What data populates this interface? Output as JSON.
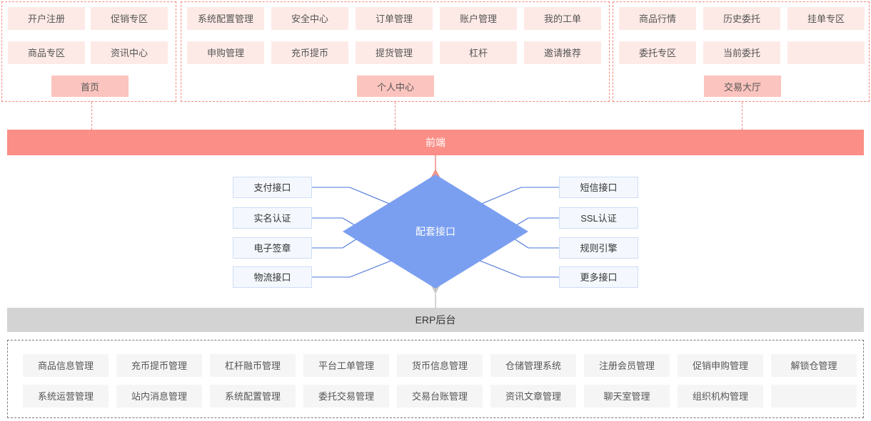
{
  "diagram": {
    "title_text": "",
    "colors": {
      "group_border": "#f08a7e",
      "tile_bg": "#fdeae6",
      "entry_bg": "#fbc4be",
      "front_bar_bg": "#fb8e86",
      "erp_bar_bg": "#d3d3d3",
      "diamond_fill": "#7b9ff0",
      "interface_box_bg": "#f4f8fe",
      "interface_box_border": "#cfdcf5",
      "module_tile_bg": "#f5f5f5",
      "connector_blue": "#4a74d8",
      "connector_pink": "#f0958b",
      "connector_gray": "#c8c8c8",
      "erp_box_border": "#7a7a7a"
    },
    "groups": [
      {
        "id": "home",
        "entry_label": "首页",
        "tiles": [
          "开户注册",
          "促销专区",
          "商品专区",
          "资讯中心"
        ]
      },
      {
        "id": "personal-center",
        "entry_label": "个人中心",
        "tiles": [
          "系统配置管理",
          "安全中心",
          "订单管理",
          "账户管理",
          "我的工单",
          "申购管理",
          "充币提币",
          "提货管理",
          "杠杆",
          "邀请推荐"
        ]
      },
      {
        "id": "trading-hall",
        "entry_label": "交易大厅",
        "tiles": [
          "商品行情",
          "历史委托",
          "挂单专区",
          "委托专区",
          "当前委托",
          ""
        ]
      }
    ],
    "front_bar": {
      "label": "前端"
    },
    "erp_bar": {
      "label": "ERP后台"
    },
    "hub": {
      "label": "配套接口"
    },
    "interfaces_left": [
      "支付接口",
      "实名认证",
      "电子签章",
      "物流接口"
    ],
    "interfaces_right": [
      "短信接口",
      "SSL认证",
      "规则引擎",
      "更多接口"
    ],
    "erp_modules": [
      "商品信息管理",
      "充币提币管理",
      "杠杆融币管理",
      "平台工单管理",
      "货币信息管理",
      "仓储管理系统",
      "注册会员管理",
      "促销申购管理",
      "解锁仓管理",
      "系统运营管理",
      "站内消息管理",
      "系统配置管理",
      "委托交易管理",
      "交易台账管理",
      "资讯文章管理",
      "聊天室管理",
      "组织机构管理",
      ""
    ]
  }
}
